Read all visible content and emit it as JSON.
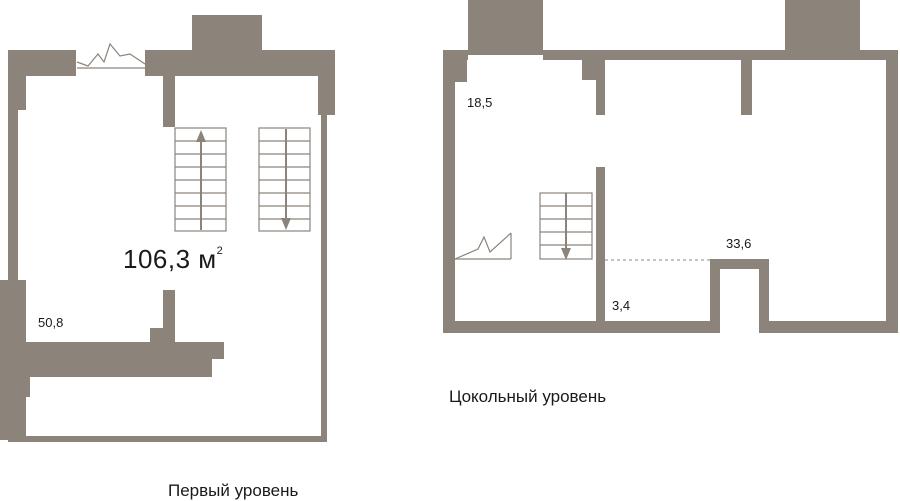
{
  "first_level": {
    "caption": "Первый уровень",
    "total_area": {
      "value": "106,3 м",
      "exponent": "2"
    },
    "rooms": [
      {
        "area": "50,8"
      }
    ]
  },
  "basement_level": {
    "caption": "Цокольный уровень",
    "rooms": [
      {
        "area": "18,5"
      },
      {
        "area": "3,4"
      },
      {
        "area": "33,6"
      }
    ]
  },
  "colors": {
    "wall": "#8c847b",
    "background": "#ffffff",
    "text": "#1a1a1a"
  }
}
